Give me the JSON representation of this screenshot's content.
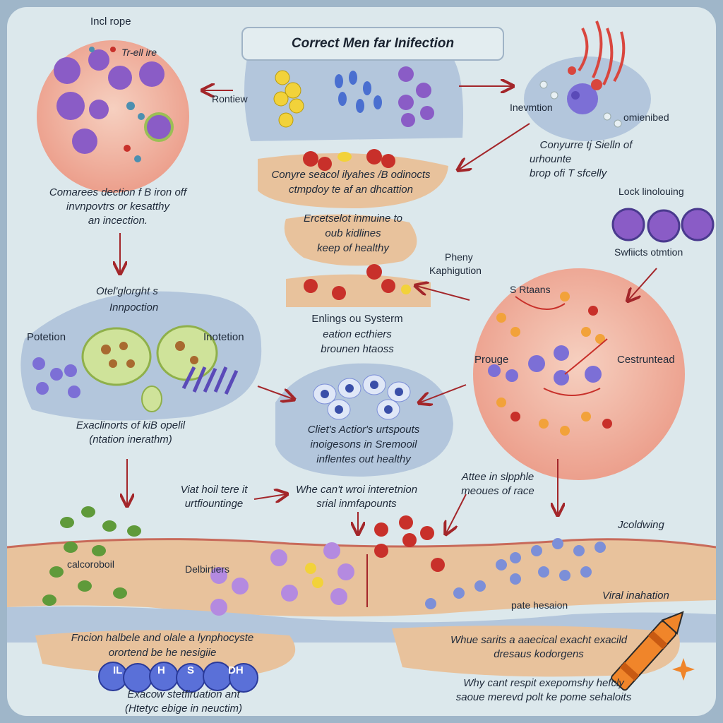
{
  "title": "Correct Men far Inifection",
  "labels": {
    "tl_head": "Incl rope",
    "tl_cells": "Tr-ell ire",
    "tl_desc_1": "Comarees dection f B iron off",
    "tl_desc_2": "invnpovtrs or kesatthy",
    "tl_desc_3": "an incection.",
    "rontiew": "Rontiew",
    "center_desc_1": "Conyre seacol ilyahes /B odinocts",
    "center_desc_2": "ctmpdoy te af an dhcattion",
    "ercetselot_1": "Ercetselot inmuine to",
    "ercetselot_2": "oub kidlines",
    "ercetselot_3": "keep of healthy",
    "inevmtion": "Inevmtion",
    "omienibed": "omienibed",
    "tr_desc_1": "Conyurre tj Sielln of",
    "tr_desc_2": "urhounte",
    "tr_desc_3": "brop ofi T sfcelly",
    "lock_head": "Lock linolouing",
    "lock_foot": "Swfiicts otmtion",
    "pheny_1": "Pheny",
    "pheny_2": "Kaphigution",
    "ml_head_1": "Otel'glorght s",
    "ml_head_2": "Innpoction",
    "potetion": "Potetion",
    "inotetion": "Inotetion",
    "enlings_1": "Enlings ou Systerm",
    "enlings_2": "eation ecthiers",
    "enlings_3": "brounen htaoss",
    "sthans": "S Rtaans",
    "prouge": "Prouge",
    "cestruntead": "Cestruntead",
    "exaclinorts_1": "Exaclinorts of kiB opelil",
    "exaclinorts_2": "(ntation inerathm)",
    "cliets_1": "Cliet's Actior's urtspouts",
    "cliets_2": "inoigesons in Sremooil",
    "cliets_3": "inflentes out healthy",
    "attee_1": "Attee in slpphle",
    "attee_2": "meoues of race",
    "viat_1": "Viat hoil tere it",
    "viat_2": "urtfiountinge",
    "whe_1": "Whe can't wroi interetnion",
    "whe_2": "srial inmfapounts",
    "jcoldwing": "Jcoldwing",
    "calcoroboil": "calcoroboil",
    "delbirtiers": "Delbirtiers",
    "viral": "Viral inahation",
    "pate": "pate hesaion",
    "fncion_1": "Fncion halbele and olale a lynphocyste",
    "fncion_2": "orortend be he nesigiie",
    "whue_1": "Whue sarits a aaecical exacht exacild",
    "whue_2": "dresaus kodorgens",
    "exacow_1": "Exacow stetfiruation ant",
    "exacow_2": "(Htetyc ebige in neuctim)",
    "why_1": "Why cant respit exepomshy hefcly",
    "why_2": "saoue merevd polt ke pome sehaloits",
    "badge_1": "IL",
    "badge_2": "H",
    "badge_3": "S",
    "badge_4": "DH"
  },
  "colors": {
    "background": "#dce8ec",
    "title_border": "#9fb3c6",
    "arrow": "#a3262a",
    "pink_region": "#f1b9a6",
    "blue_region": "#b3c6dc",
    "tan_region": "#e8c29c",
    "purple_cell": "#8a5cc6",
    "yellow_cell": "#f2d23a",
    "red_cell": "#c8302a",
    "green_cell": "#5f9a3a",
    "blue_cell": "#7c8fd8"
  },
  "icons": [
    "crayon-icon",
    "sparkle-icon"
  ]
}
